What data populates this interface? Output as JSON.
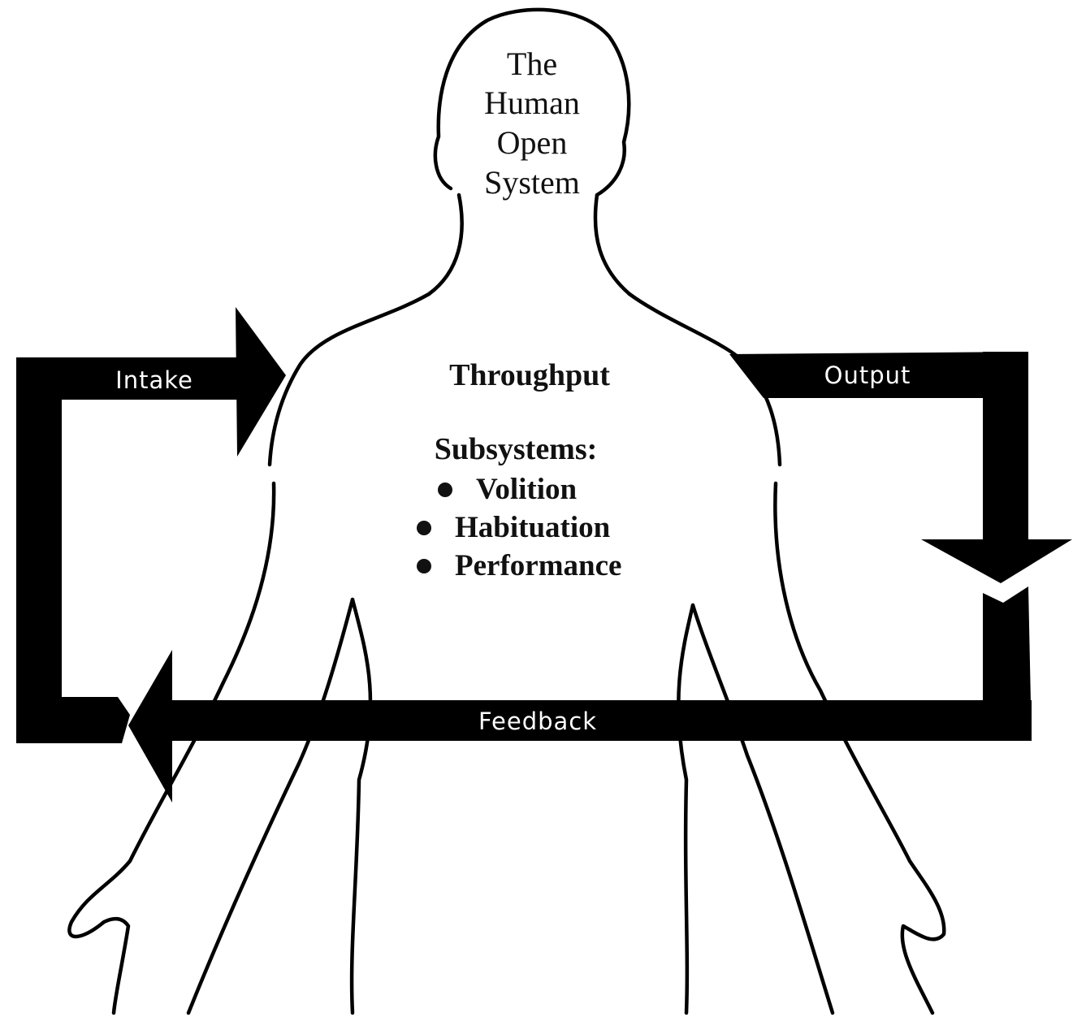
{
  "title_lines": [
    "The",
    "Human",
    "Open",
    "System"
  ],
  "throughput": {
    "heading": "Throughput",
    "subsystems_label": "Subsystems:",
    "items": [
      "Volition",
      "Habituation",
      "Performance"
    ]
  },
  "flows": {
    "intake": "Intake",
    "output": "Output",
    "feedback": "Feedback"
  },
  "colors": {
    "ink": "#000000",
    "paper": "#ffffff"
  }
}
